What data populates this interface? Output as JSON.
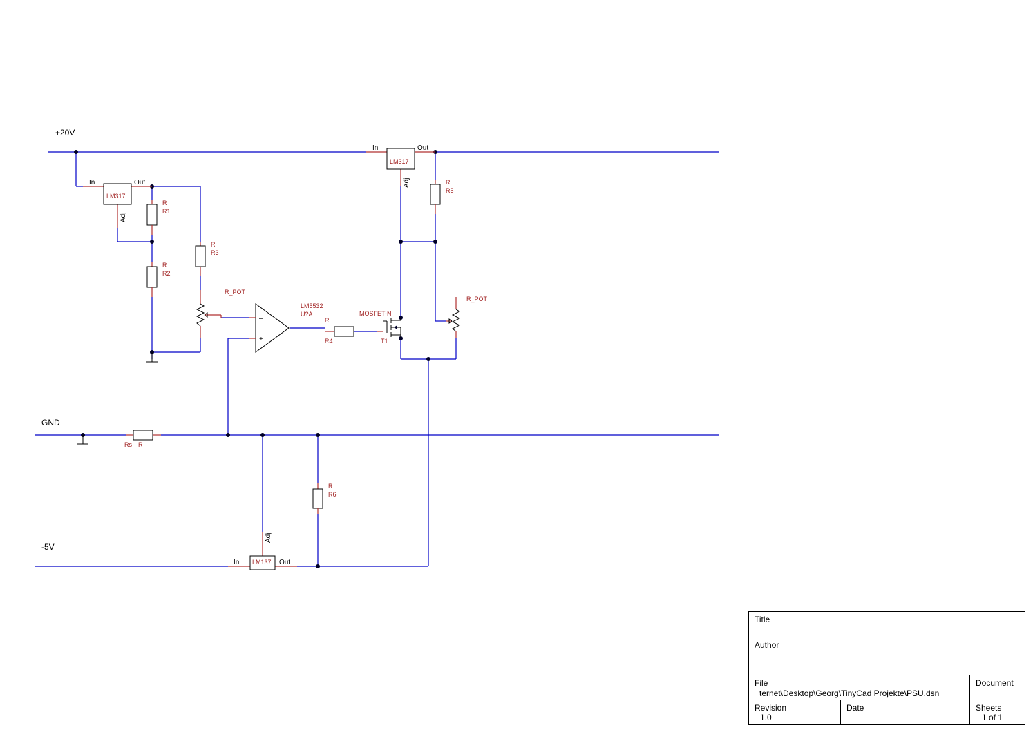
{
  "nets": {
    "vplus": "+20V",
    "gnd": "GND",
    "vminus": "-5V"
  },
  "components": {
    "u_top_left": {
      "name": "LM317",
      "pin_in": "In",
      "pin_out": "Out",
      "pin_adj": "Adj"
    },
    "u_top_right": {
      "name": "LM317",
      "pin_in": "In",
      "pin_out": "Out",
      "pin_adj": "Adj"
    },
    "u_bottom": {
      "name": "LM137",
      "pin_in": "In",
      "pin_out": "Out",
      "pin_adj": "Adj"
    },
    "r1": {
      "value": "R",
      "ref": "R1"
    },
    "r2": {
      "value": "R",
      "ref": "R2"
    },
    "r3": {
      "value": "R",
      "ref": "R3"
    },
    "r4": {
      "value": "R",
      "ref": "R4"
    },
    "r5": {
      "value": "R",
      "ref": "R5"
    },
    "r6": {
      "value": "R",
      "ref": "R6"
    },
    "rs": {
      "ref": "Rs",
      "value": "R"
    },
    "pot_left": {
      "value": "R_POT"
    },
    "pot_right": {
      "value": "R_POT"
    },
    "opamp": {
      "value": "LM5532",
      "ref": "U?A",
      "minus": "–",
      "plus": "+"
    },
    "mosfet": {
      "value": "MOSFET-N",
      "ref": "T1"
    }
  },
  "title_block": {
    "title_label": "Title",
    "title_value": "",
    "author_label": "Author",
    "author_value": "",
    "file_label": "File",
    "file_value": "ternet\\Desktop\\Georg\\TinyCad Projekte\\PSU.dsn",
    "document_label": "Document",
    "document_value": "",
    "revision_label": "Revision",
    "revision_value": "1.0",
    "date_label": "Date",
    "date_value": "",
    "sheets_label": "Sheets",
    "sheets_value": "1 of 1"
  }
}
